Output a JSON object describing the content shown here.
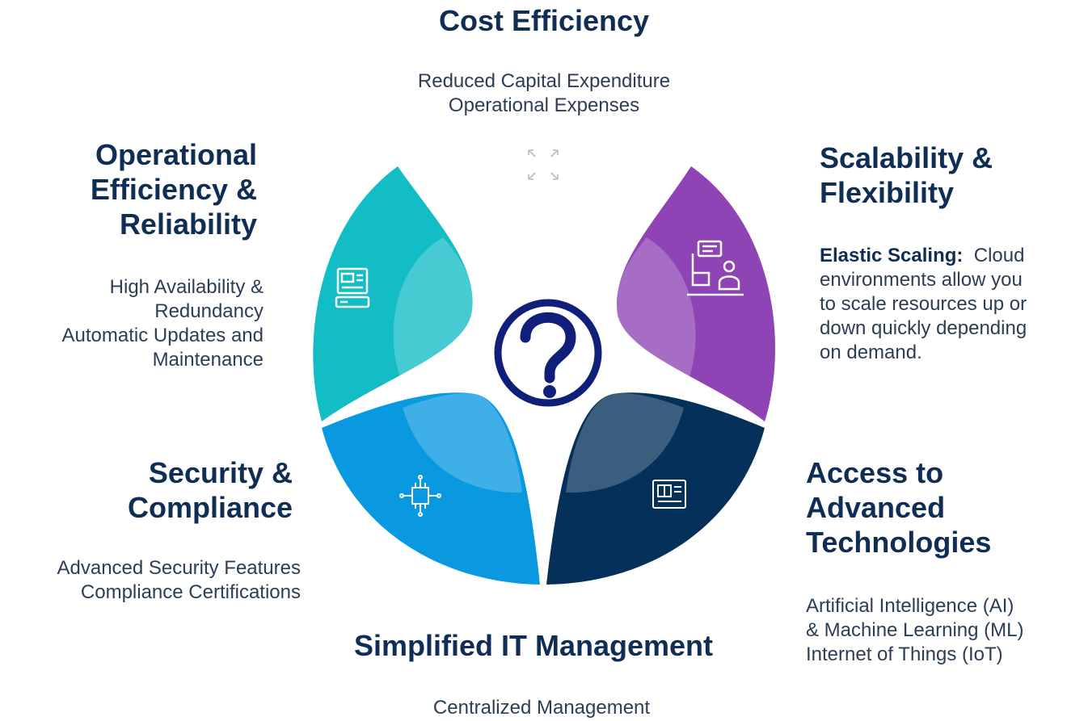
{
  "segments": {
    "cost": {
      "title": "Cost Efficiency",
      "lines": [
        "Reduced Capital Expenditure",
        "Operational Expenses"
      ]
    },
    "scalability": {
      "title_lines": [
        "Scalability &",
        "Flexibility"
      ],
      "label": "Elastic Scaling:",
      "lines": [
        "Cloud",
        "environments allow you",
        "to scale resources up or",
        "down quickly depending",
        "on demand."
      ],
      "color": "#8f44b5"
    },
    "access": {
      "title_lines": [
        "Access to",
        "Advanced",
        "Technologies"
      ],
      "lines": [
        "Artificial Intelligence (AI)",
        "& Machine Learning (ML)",
        "Internet of Things (IoT)"
      ],
      "color": "#04305a"
    },
    "simplified": {
      "title": "Simplified IT Management",
      "lines": [
        "Centralized Management"
      ]
    },
    "security": {
      "title_lines": [
        "Security &",
        "Compliance"
      ],
      "lines": [
        "Advanced Security Features",
        "Compliance Certifications"
      ],
      "color": "#0999e0"
    },
    "operational": {
      "title_lines": [
        "Operational",
        "Efficiency &",
        "Reliability"
      ],
      "lines": [
        "High Availability &",
        "Redundancy",
        "Automatic Updates and",
        "Maintenance"
      ],
      "color": "#13bdc6"
    }
  },
  "center": {
    "icon": "question-mark-icon",
    "color": "#0f1f7a"
  },
  "icons": {
    "cost": "expand-arrows-icon",
    "scalability": "video-call-icon",
    "access": "blueprint-icon",
    "security": "circuit-chip-icon",
    "operational": "monitor-dashboard-icon"
  }
}
